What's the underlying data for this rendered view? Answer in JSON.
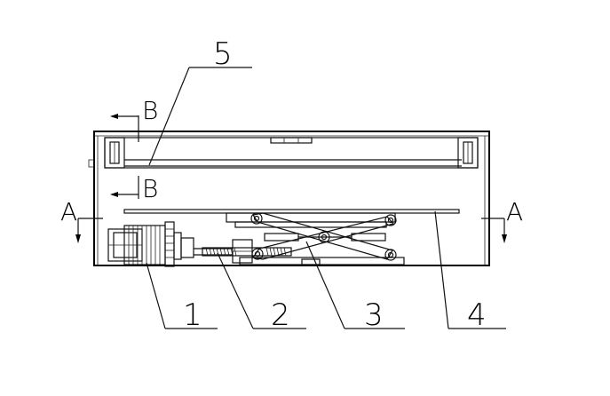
{
  "labels": {
    "part1": "1",
    "part2": "2",
    "part3": "3",
    "part4": "4",
    "part5": "5"
  },
  "sections": {
    "b_top": "B",
    "b_mid": "B",
    "a_left": "A",
    "a_right": "A"
  },
  "colors": {
    "line": "#111111",
    "background": "#ffffff"
  }
}
